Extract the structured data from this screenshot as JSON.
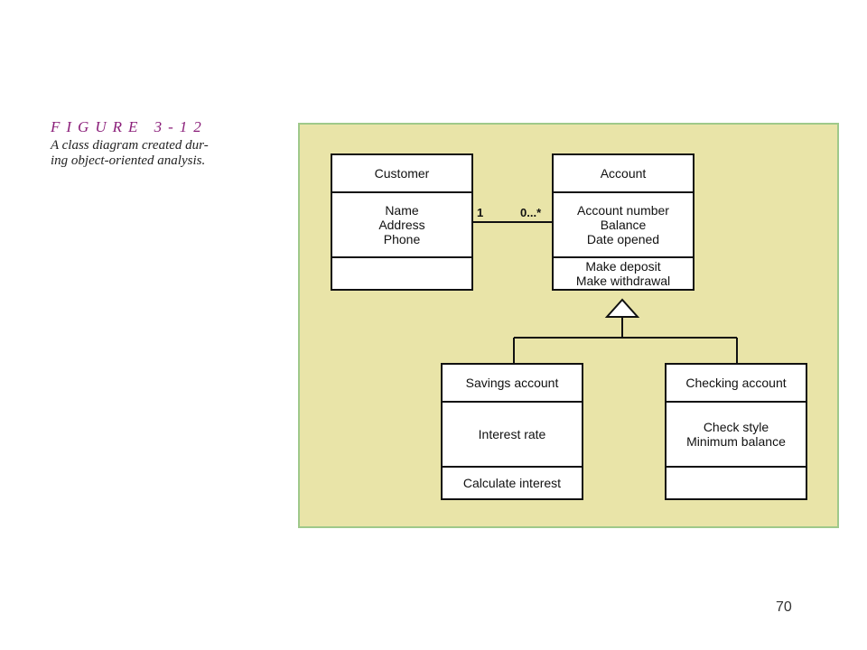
{
  "figure": {
    "label": "FIGURE 3-12",
    "caption_lines": [
      "A class diagram created dur-",
      "ing object-oriented analysis."
    ]
  },
  "classes": {
    "customer": {
      "name": "Customer",
      "attributes": [
        "Name",
        "Address",
        "Phone"
      ],
      "methods": []
    },
    "account": {
      "name": "Account",
      "attributes": [
        "Account number",
        "Balance",
        "Date opened"
      ],
      "methods": [
        "Make deposit",
        "Make withdrawal"
      ]
    },
    "savings": {
      "name": "Savings account",
      "attributes": [
        "Interest rate"
      ],
      "methods": [
        "Calculate interest"
      ]
    },
    "checking": {
      "name": "Checking account",
      "attributes": [
        "Check style",
        "Minimum balance"
      ],
      "methods": []
    }
  },
  "association": {
    "left_multiplicity": "1",
    "right_multiplicity": "0...*"
  },
  "page_number": "70",
  "colors": {
    "panel_background": "#e9e4a8",
    "panel_border": "#9fc98a",
    "figure_label": "#8b1f7a"
  }
}
